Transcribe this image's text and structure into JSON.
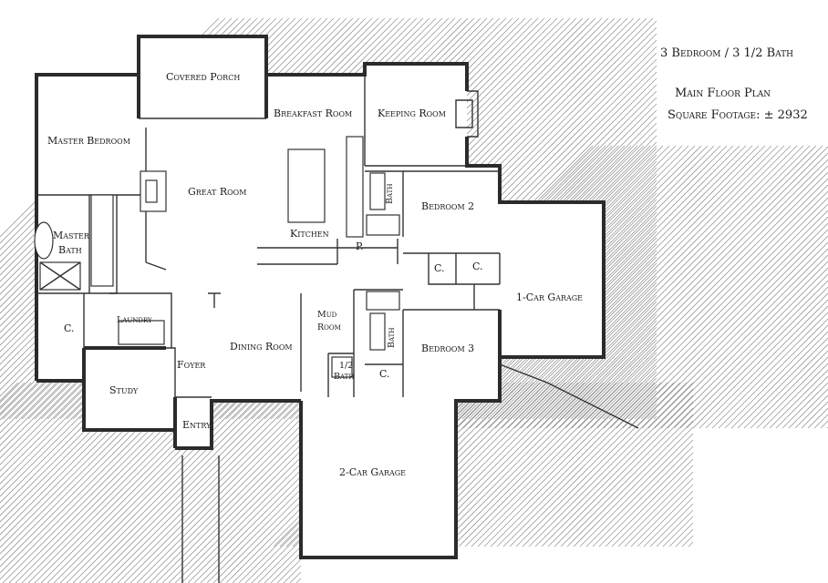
{
  "title": {
    "line1": "3 Bedroom / 3 1/2 Bath",
    "line2": "Main Floor Plan",
    "line3": "Square Footage: ± 2932"
  },
  "rooms": {
    "covered_porch": "Covered Porch",
    "breakfast_room": "Breakfast Room",
    "keeping_room": "Keeping Room",
    "master_bedroom": "Master Bedroom",
    "great_room": "Great Room",
    "kitchen": "Kitchen",
    "pantry": "P.",
    "bath": "Bath",
    "bedroom_2": "Bedroom 2",
    "master_bath_1": "Master",
    "master_bath_2": "Bath",
    "closet": "C.",
    "one_car_garage": "1-Car Garage",
    "laundry": "Laundry",
    "mud_room_1": "Mud",
    "mud_room_2": "Room",
    "dining_room": "Dining Room",
    "bedroom_3": "Bedroom 3",
    "foyer": "Foyer",
    "study": "Study",
    "half_bath_1": "1/2",
    "half_bath_2": "Bath",
    "entry": "Entry",
    "two_car_garage": "2-Car Garage"
  }
}
